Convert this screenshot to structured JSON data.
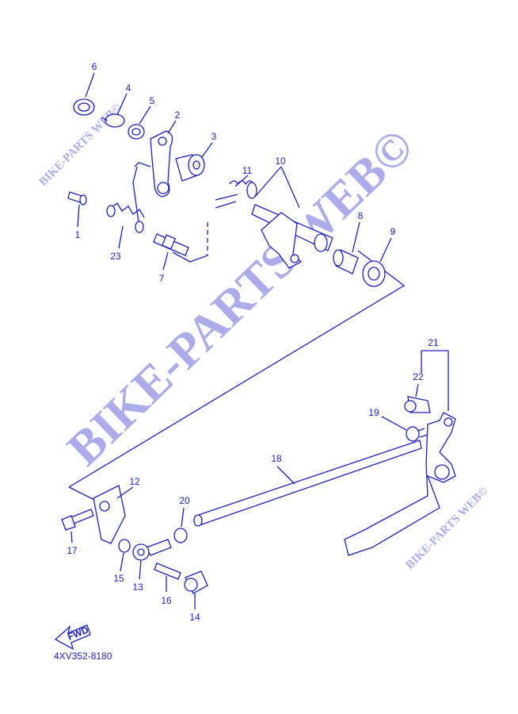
{
  "diagram": {
    "part_code": "4XV352-8180",
    "fwd_label": "FWD",
    "watermark_small_top": "BIKE-PARTS WEB©",
    "watermark_main": "BIKE-PARTS WEB©",
    "watermark_small_bottom": "BIKE-PARTS WEB©",
    "colors": {
      "line": "#1f1fbf",
      "watermark": "#9d9de6"
    },
    "callouts": [
      "1",
      "2",
      "3",
      "4",
      "5",
      "6",
      "7",
      "8",
      "9",
      "10",
      "11",
      "12",
      "13",
      "14",
      "15",
      "16",
      "17",
      "18",
      "19",
      "20",
      "21",
      "22",
      "23"
    ]
  }
}
